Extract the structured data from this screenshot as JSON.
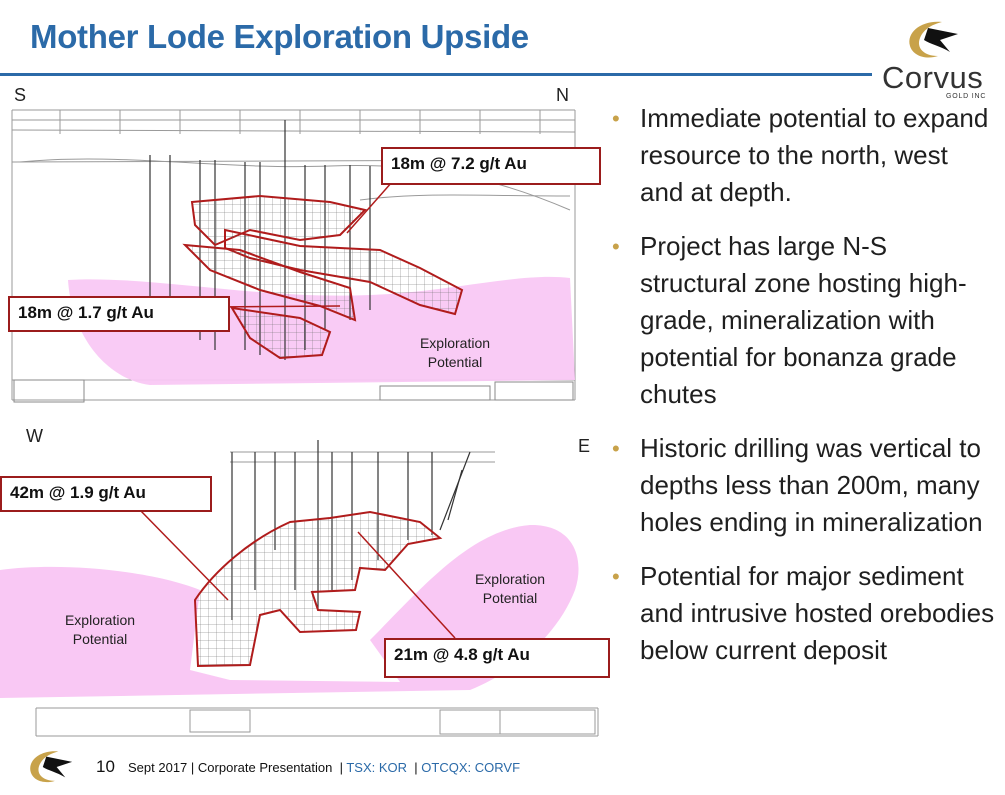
{
  "header": {
    "title": "Mother Lode Exploration Upside"
  },
  "logo": {
    "wordmark": "Corvus",
    "subtitle": "GOLD INC"
  },
  "sections": {
    "ns": {
      "left_dir": "S",
      "right_dir": "N",
      "callout_upper": "18m @ 7.2 g/t Au",
      "callout_lower": "18m @ 1.7 g/t Au",
      "potential_label": [
        "Exploration",
        "Potential"
      ]
    },
    "ew": {
      "left_dir": "W",
      "right_dir": "E",
      "callout_upper": "42m @ 1.9 g/t Au",
      "callout_lower": "21m @ 4.8 g/t Au",
      "potential_left": [
        "Exploration",
        "Potential"
      ],
      "potential_right": [
        "Exploration",
        "Potential"
      ]
    }
  },
  "bullets": [
    "Immediate potential to expand resource to the north, west and at depth.",
    "Project has large N-S structural zone hosting high-grade, mineralization with potential for bonanza grade chutes",
    "Historic drilling was vertical to depths less than 200m, many holes ending in mineralization",
    "Potential for major sediment and intrusive hosted orebodies below current deposit"
  ],
  "footer": {
    "page": "10",
    "date": "Sept 2017",
    "doc": "Corporate Presentation",
    "sep": "|",
    "tsx": "TSX: KOR",
    "otcqx": "OTCQX: CORVF"
  },
  "colors": {
    "title": "#2b6aa8",
    "callout_border": "#9b1c1c",
    "potential_fill": "#f9c8f4",
    "bullet": "#c8a24a",
    "logo_gold": "#c8a24a"
  }
}
